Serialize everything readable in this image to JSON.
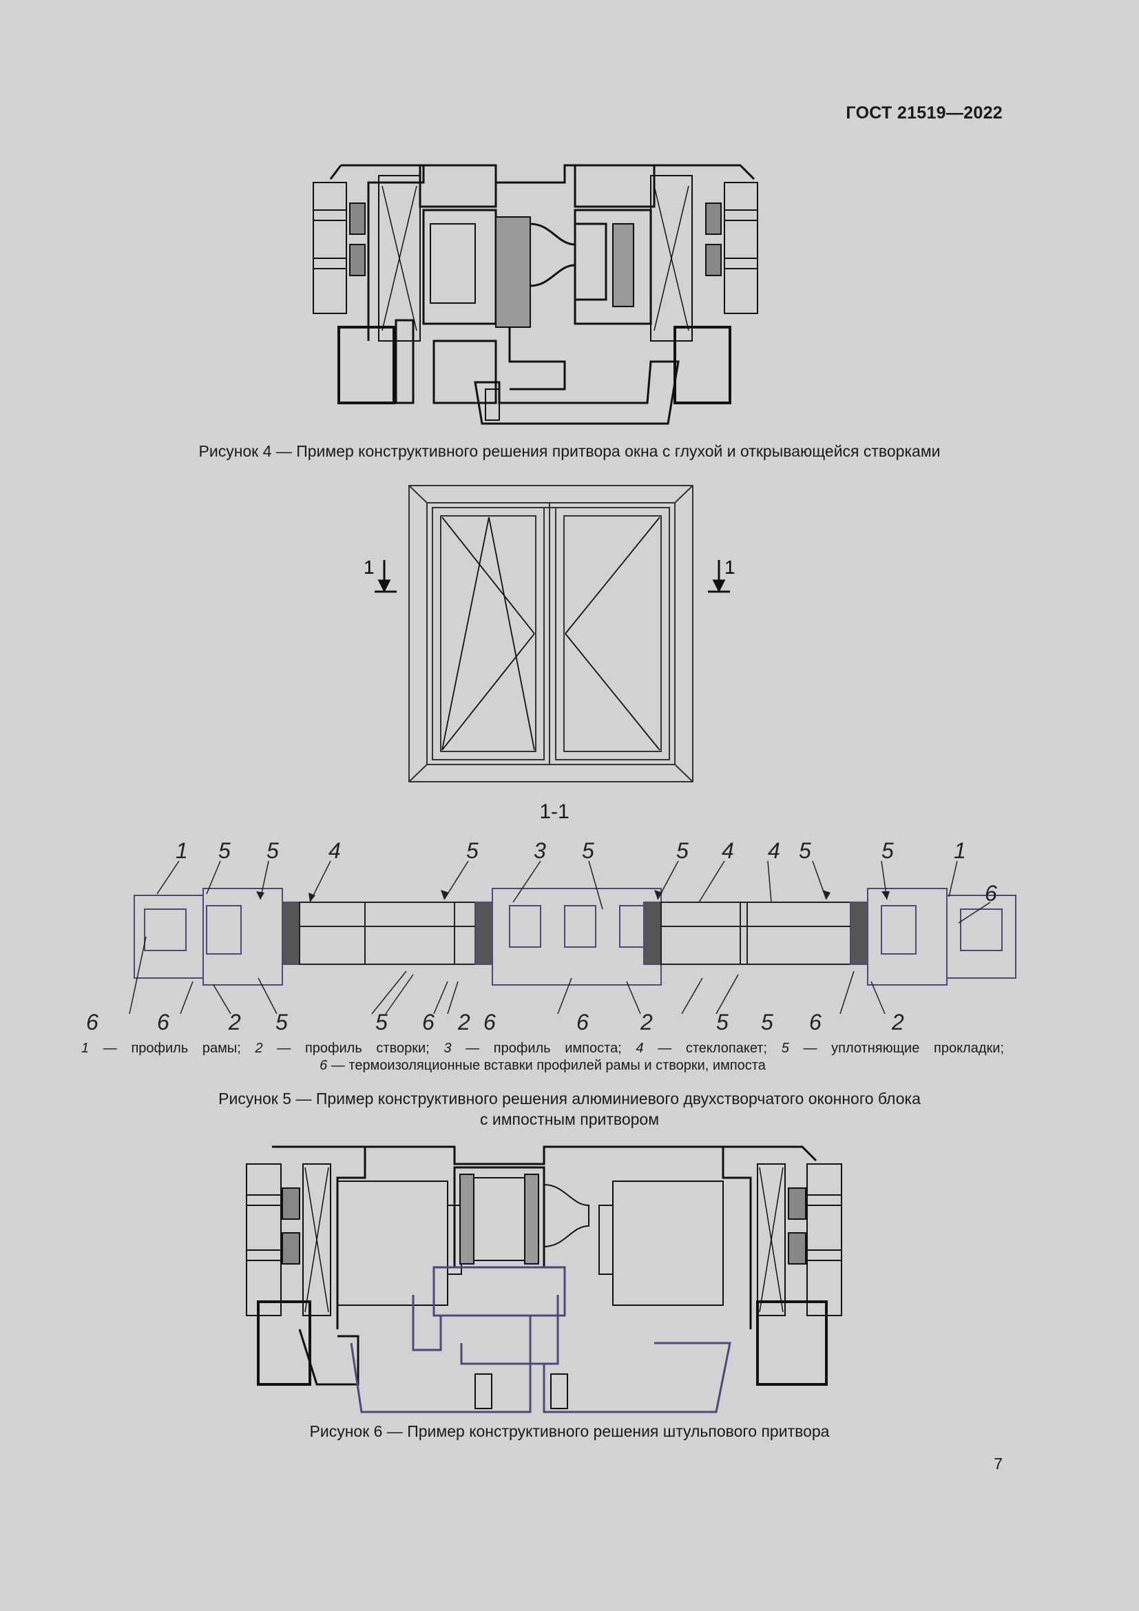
{
  "header": {
    "doc_code": "ГОСТ 21519—2022"
  },
  "figure4": {
    "caption": "Рисунок 4 — Пример конструктивного решения притвора окна с глухой и открывающейся створками"
  },
  "figure5": {
    "section_mark_left": "1",
    "section_mark_right": "1",
    "section_label": "1-1",
    "callouts_top": [
      "1",
      "5",
      "5",
      "4",
      "5",
      "3",
      "5",
      "5",
      "4",
      "4",
      "5",
      "5",
      "1",
      "6"
    ],
    "callouts_bottom": [
      "6",
      "6",
      "2",
      "5",
      "5",
      "6",
      "2",
      "6",
      "6",
      "2",
      "5",
      "5",
      "6",
      "2"
    ],
    "legend": {
      "line1": [
        {
          "n": "1",
          "t": " — профиль рамы; "
        },
        {
          "n": "2",
          "t": " — профиль створки; "
        },
        {
          "n": "3",
          "t": " — профиль импоста; "
        },
        {
          "n": "4",
          "t": " — стеклопакет; "
        },
        {
          "n": "5",
          "t": " — уплотняющие прокладки;"
        }
      ],
      "line2": [
        {
          "n": "6",
          "t": " — термоизоляционные вставки профилей рамы и створки, импоста"
        }
      ]
    },
    "caption_line1": "Рисунок 5 — Пример конструктивного решения алюминиевого двухстворчатого оконного блока",
    "caption_line2": "с импостным притвором"
  },
  "figure6": {
    "caption": "Рисунок 6 — Пример конструктивного решения штульпового притвора"
  },
  "page_number": "7",
  "colors": {
    "background": "#d2d2d2",
    "ink": "#1a1a1a",
    "profile_blue": "#4a4a78"
  }
}
